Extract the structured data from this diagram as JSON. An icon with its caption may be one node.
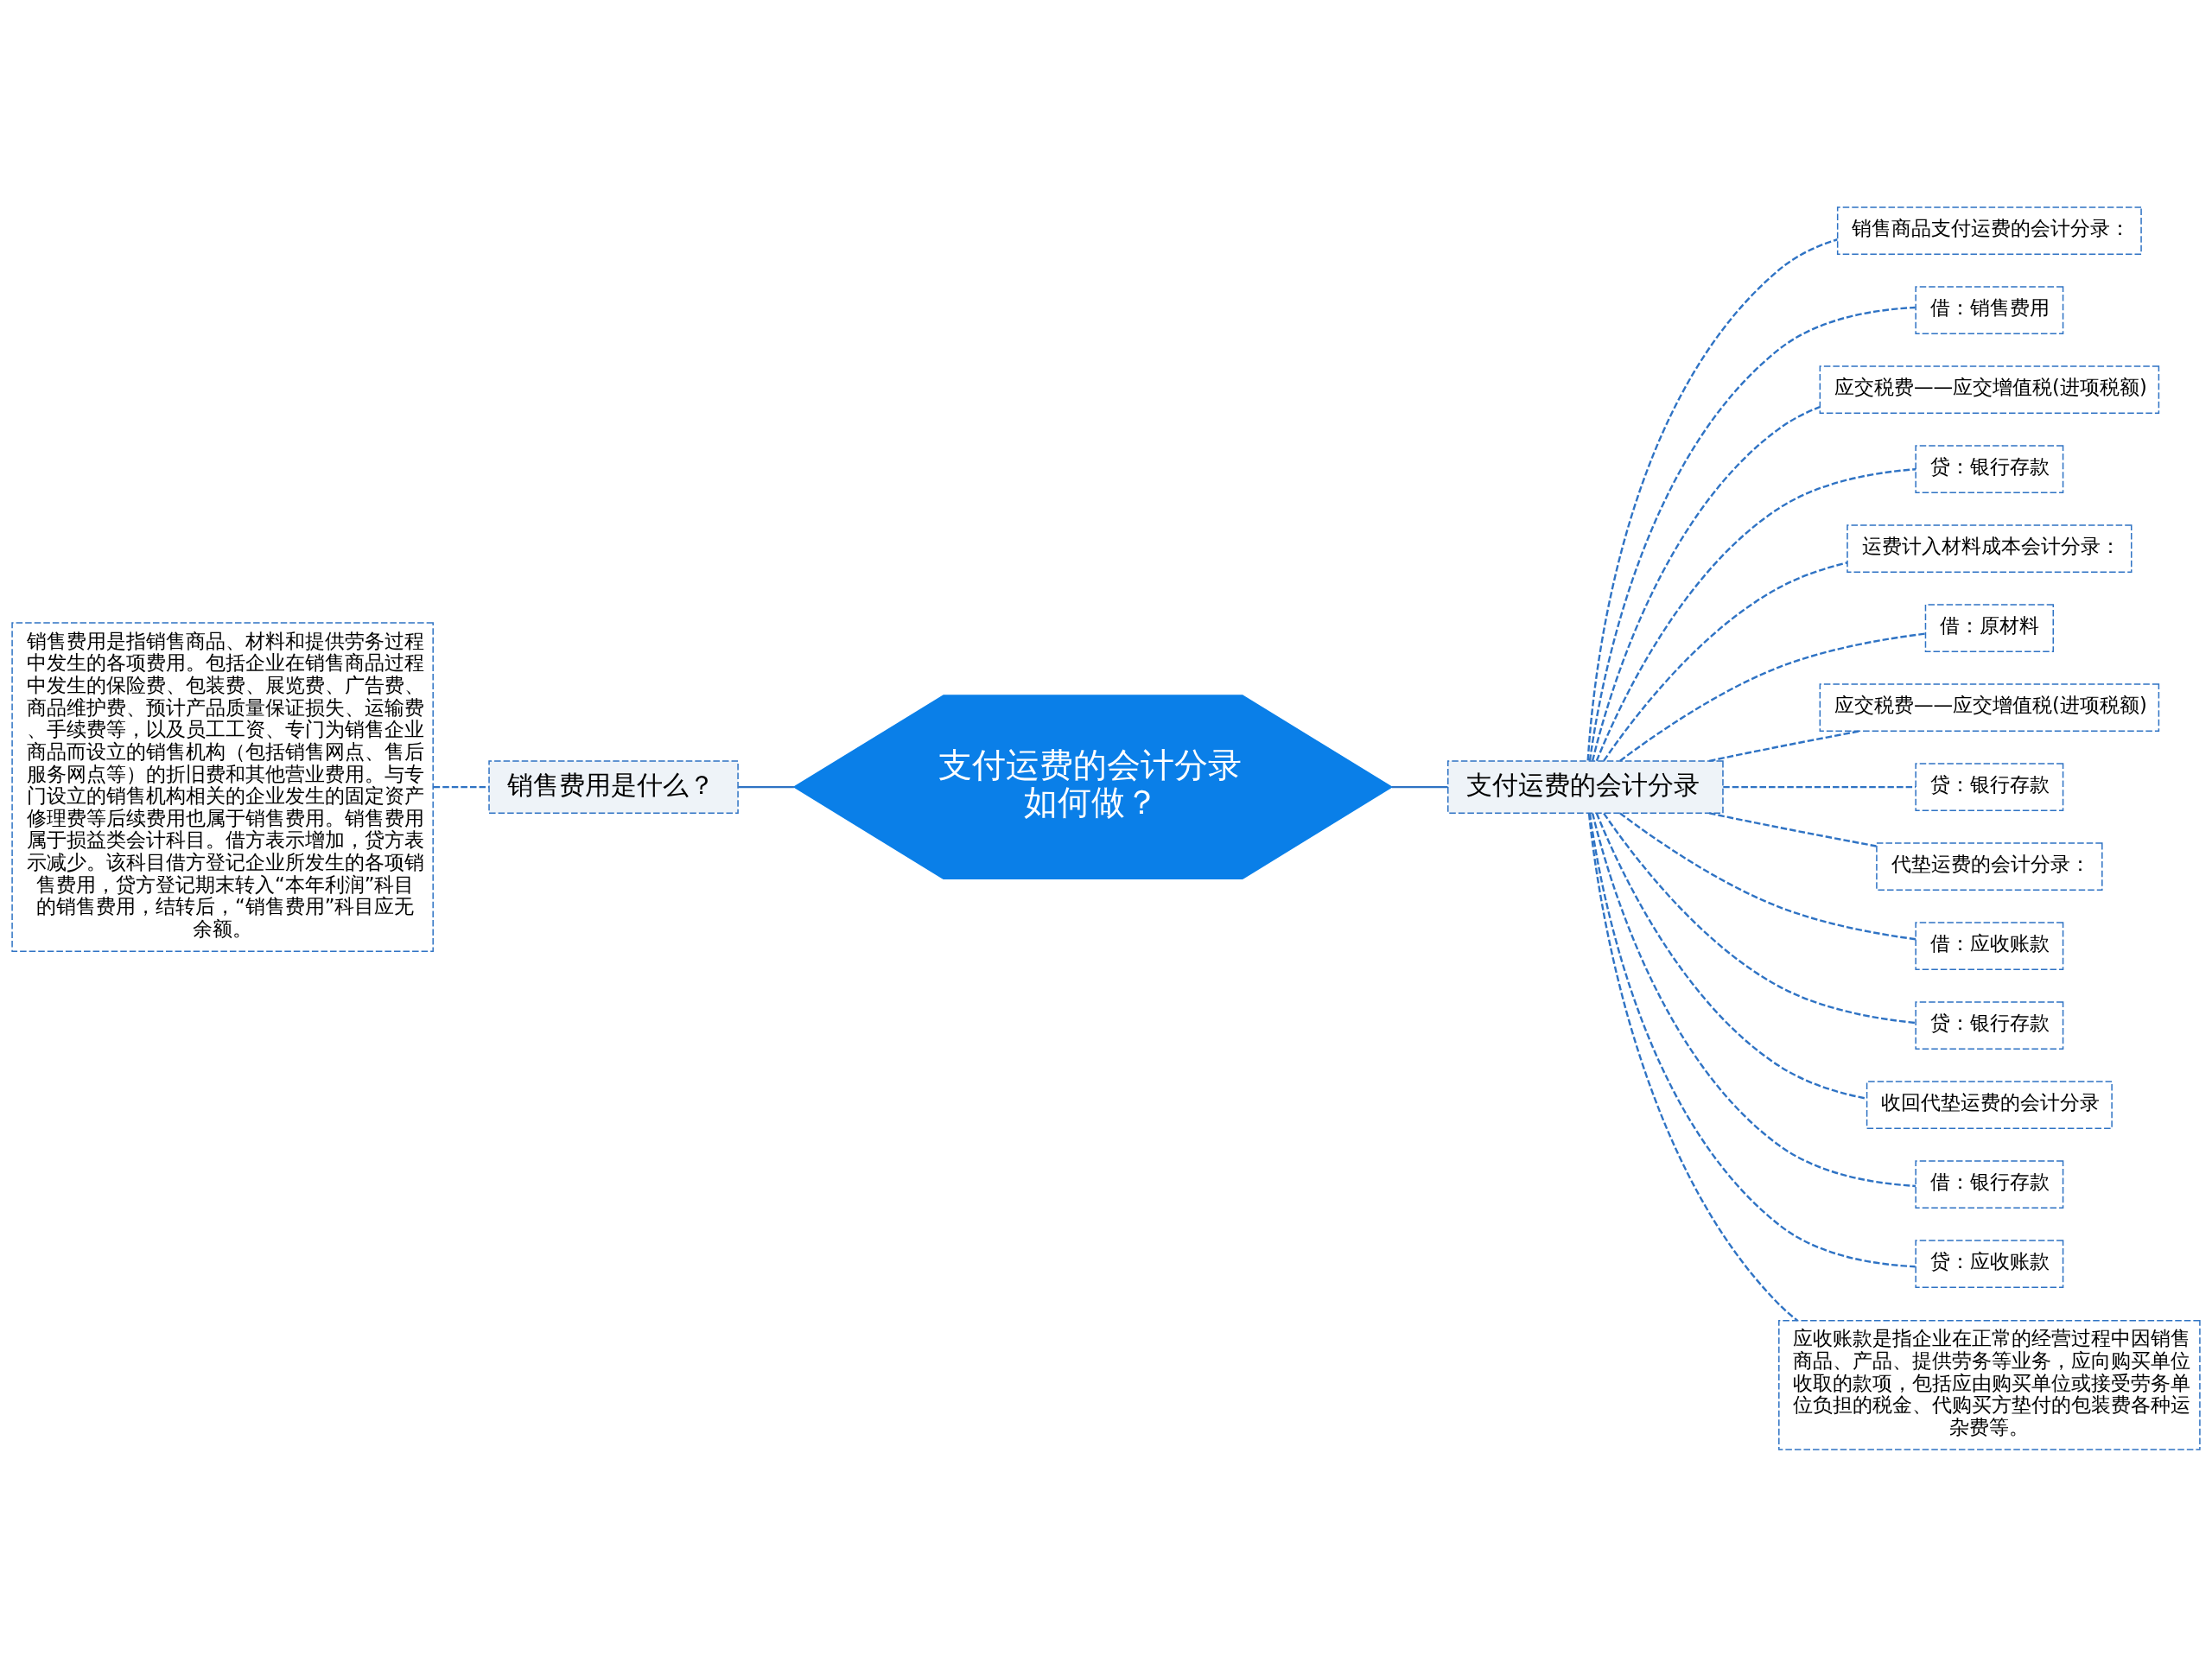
{
  "diagram": {
    "nodes": [
      {
        "text": [
          "支付运费的会计分录如何做？"
        ]
      },
      {
        "text": [
          "销售费用是什么？"
        ]
      },
      {
        "text": [
          "销售费用是指销售商品、材料和提供劳务过程中发生的各项费用。包括企业在销售商品过程中发生的保险费、包装费、展览费、广告费、商品维护费、预计产品质量保证损失、运输费、手续费等，以及员工工资、专门为销售企业商品而设立的销售机构（包括销售网点、售后服务网点等）的折旧费和其他营业费用。与专门设立的销售机构相关的企业发生的固定资产修理费等后续费用也属于销售费用。销售费用属于损益类会计科目。借方表示增加，贷方表示减少。该科目借方登记企业所发生的各项销售费用，贷方登记期末转入“本年利润”科目的销售费用，结转后，“销售费用”科目应无余额。"
        ]
      },
      {
        "text": [
          "支付运费的会计分录"
        ]
      },
      {
        "text": [
          "销售商品支付运费的会计分录："
        ]
      },
      {
        "text": [
          "借：销售费用"
        ]
      },
      {
        "text": [
          "应交税费——应交增值税(进项税额)"
        ]
      },
      {
        "text": [
          "贷：银行存款"
        ]
      },
      {
        "text": [
          "运费计入材料成本会计分录："
        ]
      },
      {
        "text": [
          "借：原材料"
        ]
      },
      {
        "text": [
          "应交税费——应交增值税(进项税额)"
        ]
      },
      {
        "text": [
          "贷：银行存款"
        ]
      },
      {
        "text": [
          "代垫运费的会计分录："
        ]
      },
      {
        "text": [
          "借：应收账款"
        ]
      },
      {
        "text": [
          "贷：银行存款"
        ]
      },
      {
        "text": [
          "收回代垫运费的会计分录"
        ]
      },
      {
        "text": [
          "借：银行存款"
        ]
      },
      {
        "text": [
          "贷：应收账款"
        ]
      },
      {
        "text": [
          "应收账款是指企业在正常的经营过程中因销售商品、产品、提供劳务等业务，应向购买单位收取的款项，包括应由购买单位或接受劳务单位负担的税金、代购买方垫付的包装费各种运杂费等。"
        ]
      }
    ],
    "edges": [
      {
        "from": 0,
        "to": 1,
        "arrow": "none"
      },
      {
        "from": 1,
        "to": 2,
        "arrow": "none",
        "style": "dashed"
      },
      {
        "from": 0,
        "to": 3,
        "arrow": "none"
      },
      {
        "from": 3,
        "to": 4,
        "arrow": "none",
        "style": "dashed"
      },
      {
        "from": 3,
        "to": 5,
        "arrow": "none",
        "style": "dashed"
      },
      {
        "from": 3,
        "to": 6,
        "arrow": "none",
        "style": "dashed"
      },
      {
        "from": 3,
        "to": 7,
        "arrow": "none",
        "style": "dashed"
      },
      {
        "from": 3,
        "to": 8,
        "arrow": "none",
        "style": "dashed"
      },
      {
        "from": 3,
        "to": 9,
        "arrow": "none",
        "style": "dashed"
      },
      {
        "from": 3,
        "to": 10,
        "arrow": "none",
        "style": "dashed"
      },
      {
        "from": 3,
        "to": 11,
        "arrow": "none",
        "style": "dashed"
      },
      {
        "from": 3,
        "to": 12,
        "arrow": "none",
        "style": "dashed"
      },
      {
        "from": 3,
        "to": 13,
        "arrow": "none",
        "style": "dashed"
      },
      {
        "from": 3,
        "to": 14,
        "arrow": "none",
        "style": "dashed"
      },
      {
        "from": 3,
        "to": 15,
        "arrow": "none",
        "style": "dashed"
      },
      {
        "from": 3,
        "to": 16,
        "arrow": "none",
        "style": "dashed"
      },
      {
        "from": 3,
        "to": 17,
        "arrow": "none",
        "style": "dashed"
      },
      {
        "from": 3,
        "to": 18,
        "arrow": "none",
        "style": "dashed"
      }
    ]
  }
}
